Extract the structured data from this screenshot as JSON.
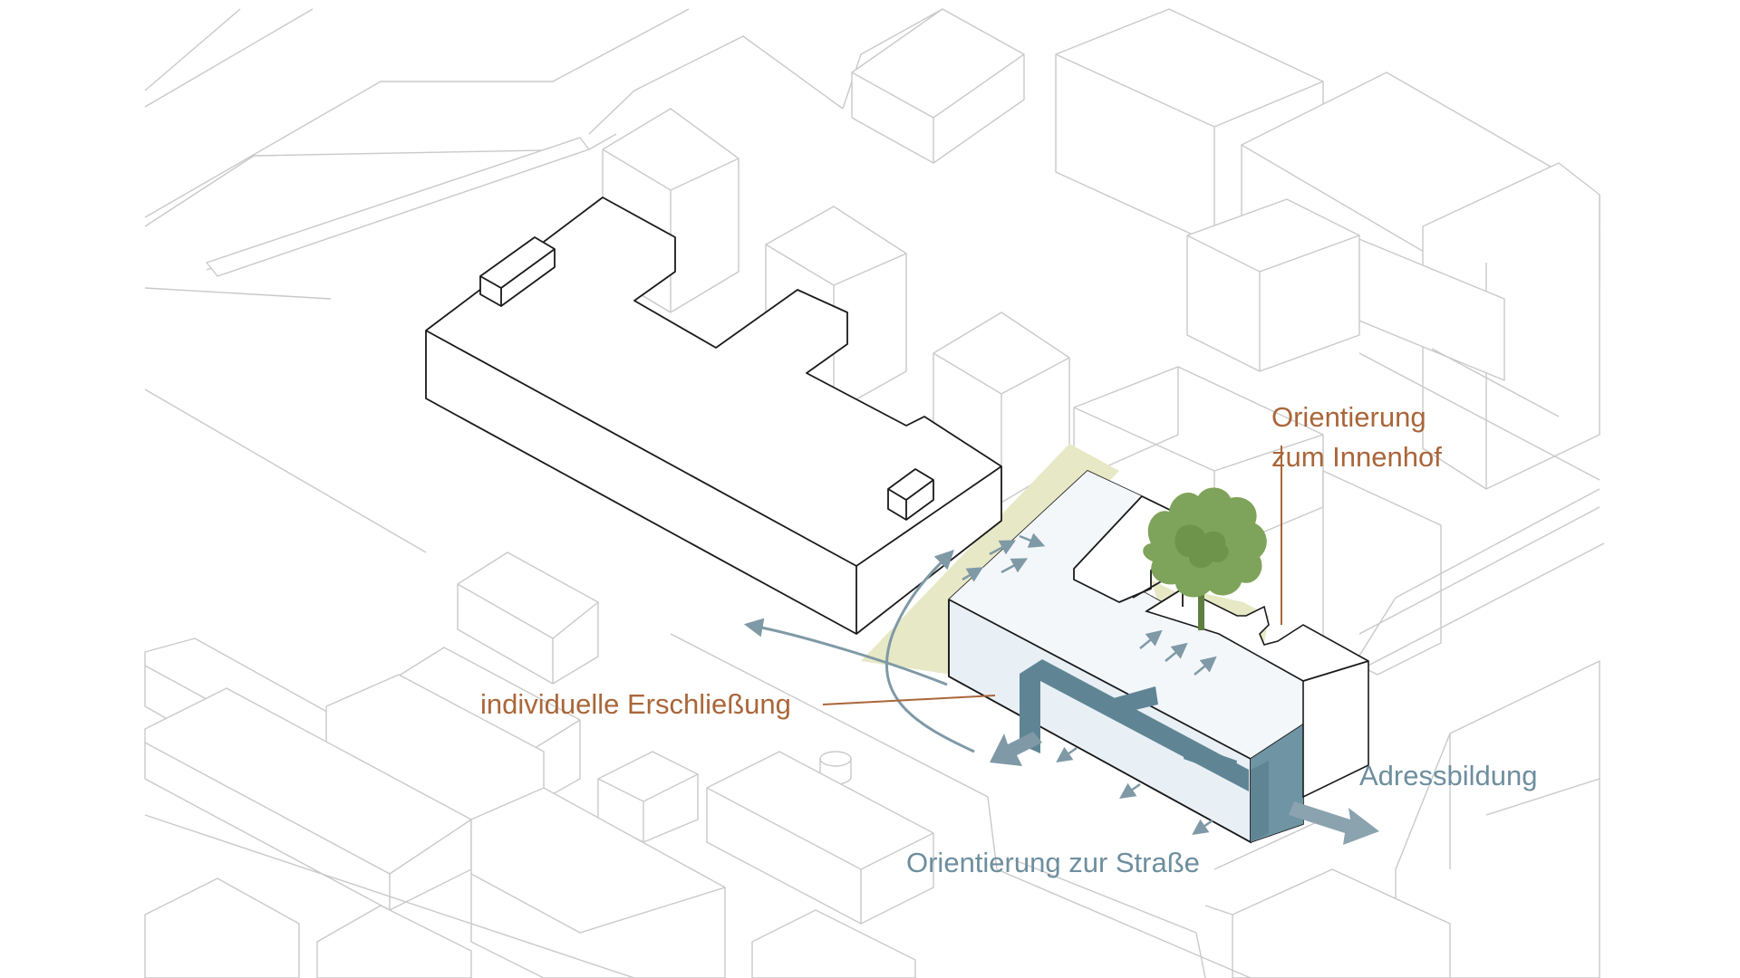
{
  "labels": {
    "innenhof_line1": "Orientierung",
    "innenhof_line2": "zum Innenhof",
    "erschliessung": "individuelle Erschließung",
    "adressbildung": "Adressbildung",
    "strasse": "Orientierung zur Straße"
  },
  "colors": {
    "accent_orange": "#a9663a",
    "accent_blue": "#6e8e9e",
    "arrow_blue": "#7f99a6",
    "facade_dark": "#5f8595",
    "glass": "#e9f0f5",
    "green_area": "#e7e8c5",
    "tree": "#7ea35a",
    "context_line": "#c9c9c9",
    "building_line": "#1a1a1a"
  }
}
